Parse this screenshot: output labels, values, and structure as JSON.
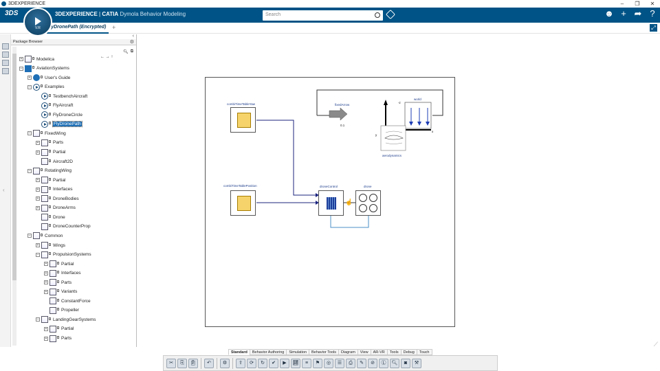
{
  "window": {
    "title": "3DEXPERIENCE",
    "controls": [
      "–",
      "❐",
      "✕"
    ]
  },
  "topbar": {
    "brand_bold": "3DEXPERIENCE",
    "brand_sep": " | ",
    "brand_product": "CATIA",
    "brand_app": " Dymola Behavior Modeling",
    "compass_label": "V.R",
    "search_placeholder": "Search",
    "right_icons": [
      "user-share-icon",
      "plus-icon",
      "share-icon",
      "help-icon"
    ]
  },
  "tabs": {
    "document_tab": "FlyDronePath (Encrypted)",
    "add": "+"
  },
  "panel": {
    "title": "Package Browser"
  },
  "tree": [
    {
      "label": "Modelica",
      "depth": 0,
      "icon": "package",
      "expand": "+"
    },
    {
      "label": "AviationSystems",
      "depth": 0,
      "icon": "blue",
      "expand": "–"
    },
    {
      "label": "User's Guide",
      "depth": 1,
      "icon": "info",
      "expand": "+"
    },
    {
      "label": "Examples",
      "depth": 1,
      "icon": "play",
      "expand": "–"
    },
    {
      "label": "TestbenchAircraft",
      "depth": 2,
      "icon": "play",
      "expand": ""
    },
    {
      "label": "FlyAircraft",
      "depth": 2,
      "icon": "play",
      "expand": ""
    },
    {
      "label": "FlyDroneCircle",
      "depth": 2,
      "icon": "play",
      "expand": ""
    },
    {
      "label": "FlyDronePath",
      "depth": 2,
      "icon": "play",
      "expand": "",
      "selected": true
    },
    {
      "label": "FixedWing",
      "depth": 1,
      "icon": "package",
      "expand": "–"
    },
    {
      "label": "Parts",
      "depth": 2,
      "icon": "package",
      "expand": "+"
    },
    {
      "label": "Partial",
      "depth": 2,
      "icon": "package",
      "expand": "+"
    },
    {
      "label": "Aircraft2D",
      "depth": 2,
      "icon": "package",
      "expand": ""
    },
    {
      "label": "RotatingWing",
      "depth": 1,
      "icon": "package",
      "expand": "–"
    },
    {
      "label": "Partial",
      "depth": 2,
      "icon": "package",
      "expand": "+"
    },
    {
      "label": "Interfaces",
      "depth": 2,
      "icon": "package",
      "expand": "+"
    },
    {
      "label": "DroneBodies",
      "depth": 2,
      "icon": "package",
      "expand": "+"
    },
    {
      "label": "DroneArms",
      "depth": 2,
      "icon": "package",
      "expand": "+"
    },
    {
      "label": "Drone",
      "depth": 2,
      "icon": "package",
      "expand": ""
    },
    {
      "label": "DroneCounterProp",
      "depth": 2,
      "icon": "package",
      "expand": ""
    },
    {
      "label": "Common",
      "depth": 1,
      "icon": "package",
      "expand": "–"
    },
    {
      "label": "Wings",
      "depth": 2,
      "icon": "package",
      "expand": "+"
    },
    {
      "label": "PropulsionSystems",
      "depth": 2,
      "icon": "package",
      "expand": "–"
    },
    {
      "label": "Partial",
      "depth": 3,
      "icon": "package",
      "expand": "+"
    },
    {
      "label": "Interfaces",
      "depth": 3,
      "icon": "package",
      "expand": "+"
    },
    {
      "label": "Parts",
      "depth": 3,
      "icon": "package",
      "expand": "+"
    },
    {
      "label": "Variants",
      "depth": 3,
      "icon": "package",
      "expand": "+"
    },
    {
      "label": "ConstantForce",
      "depth": 3,
      "icon": "package",
      "expand": ""
    },
    {
      "label": "Propeller",
      "depth": 3,
      "icon": "package",
      "expand": ""
    },
    {
      "label": "LandingGearSystems",
      "depth": 2,
      "icon": "package",
      "expand": "–"
    },
    {
      "label": "Partial",
      "depth": 3,
      "icon": "package",
      "expand": "+"
    },
    {
      "label": "Parts",
      "depth": 3,
      "icon": "package",
      "expand": "+"
    }
  ],
  "diagram": {
    "blocks": {
      "table_yaw": "combiTimeTableYaw",
      "table_pos": "combiTimeTablePosition",
      "fixed_arrow": "fixedArrow",
      "fixed_arrow_value": "0.1",
      "world": "world",
      "aero": "aerodynamics",
      "control": "droneControl",
      "drone": "drone"
    },
    "axis_labels": {
      "y": "y",
      "z": "-z",
      "x": "x"
    }
  },
  "bottom_tabs": [
    "Standard",
    "Behavior Authoring",
    "Simulation",
    "Behavior Tools",
    "Diagram",
    "View",
    "AR-VR",
    "Tools",
    "Debug",
    "Touch"
  ],
  "active_bottom_tab": "Standard",
  "colors": {
    "brand": "#005386",
    "accent": "#1e6fb5",
    "connector": "#1a237e",
    "bus": "#4a8fc7"
  }
}
